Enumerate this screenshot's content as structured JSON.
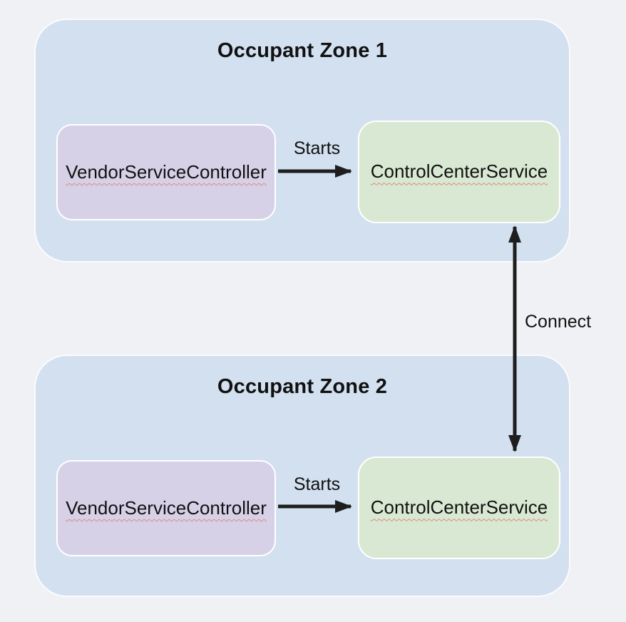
{
  "colors": {
    "page_bg": "#f0f1f4",
    "zone_fill": "#d3e0f0",
    "zone_border": "#fbfcfe",
    "vendor_fill": "#d6d1e7",
    "service_fill": "#d9e8d2",
    "node_border": "#ffffff",
    "arrow": "#1e1e1e",
    "text": "#111111",
    "spellcheck": "#dd8a80"
  },
  "diagram": {
    "zones": [
      {
        "title": "Occupant Zone 1",
        "vendor_node": "VendorServiceController",
        "service_node": "ControlCenterService",
        "starts_label": "Starts"
      },
      {
        "title": "Occupant Zone 2",
        "vendor_node": "VendorServiceController",
        "service_node": "ControlCenterService",
        "starts_label": "Starts"
      }
    ],
    "connector_label": "Connect"
  }
}
